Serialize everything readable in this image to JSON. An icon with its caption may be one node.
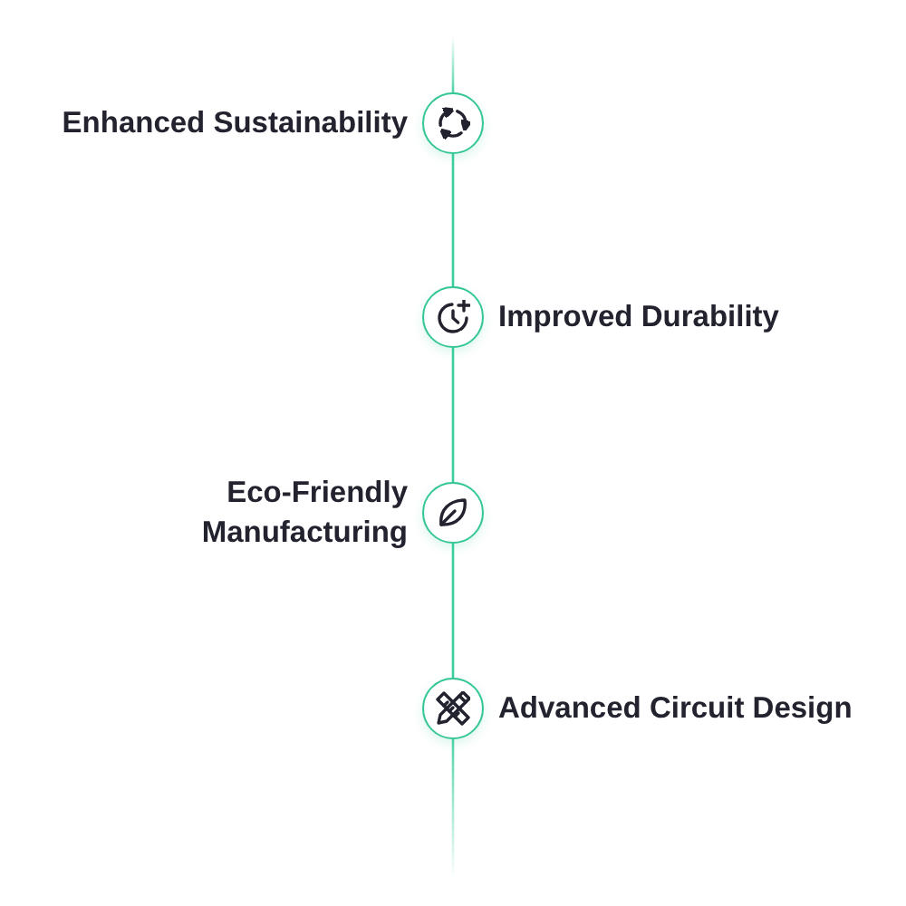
{
  "diagram": {
    "nodes": [
      {
        "text": [],
        "shape": "circle",
        "beside": [
          "Enhanced Sustainability"
        ]
      },
      {
        "text": [],
        "shape": "circle",
        "beside": [
          "Improved Durability"
        ]
      },
      {
        "text": [],
        "shape": "circle",
        "beside": [
          "Eco-Friendly Manufacturing"
        ]
      },
      {
        "text": [],
        "shape": "circle",
        "beside": [
          "Advanced Circuit Design"
        ]
      }
    ],
    "edges": [
      {
        "from": null,
        "to": 0,
        "arrow": "none"
      },
      {
        "from": 0,
        "to": 1,
        "arrow": "none"
      },
      {
        "from": 1,
        "to": 2,
        "arrow": "none"
      },
      {
        "from": 2,
        "to": 3,
        "arrow": "none"
      },
      {
        "from": 3,
        "to": null,
        "arrow": "none"
      }
    ]
  }
}
